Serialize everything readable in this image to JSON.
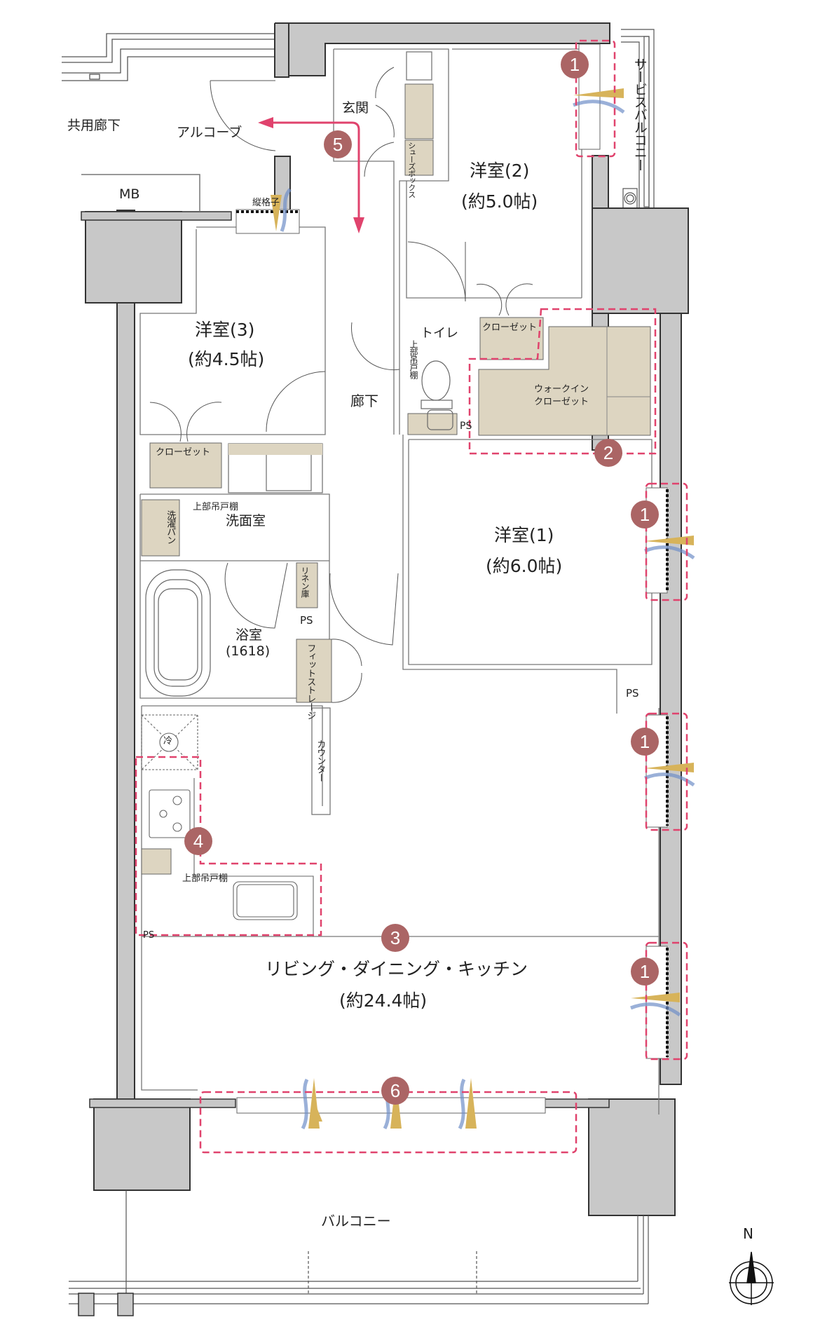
{
  "colors": {
    "wall": "#c8c8c8",
    "storage": "#ddd5c1",
    "badge": "#ab6565",
    "highlight": "#e0436d",
    "arrow": "#e0436d",
    "airflow_warm": "#d7b35a",
    "airflow_cool": "#6f8fc8"
  },
  "exterior": {
    "common_corridor": "共用廊下",
    "alcove": "アルコーブ",
    "mb": "MB",
    "vertical_lattice": "縦格子",
    "service_balcony": "サービスバルコニー",
    "balcony": "バルコニー"
  },
  "rooms": {
    "entrance": "玄関",
    "shoe_box": "シューズボックス",
    "western_room_2": {
      "name": "洋室(2)",
      "size": "(約5.0帖)"
    },
    "western_room_3": {
      "name": "洋室(3)",
      "size": "(約4.5帖)"
    },
    "western_room_1": {
      "name": "洋室(1)",
      "size": "(約6.0帖)"
    },
    "corridor": "廊下",
    "toilet": "トイレ",
    "toilet_upper_cabinet": "上部吊戸棚",
    "closet_upper": "クローゼット",
    "walk_in_closet_line1": "ウォークイン",
    "walk_in_closet_line2": "クローゼット",
    "ps_toilet": "PS",
    "closet_room3": "クローゼット",
    "washroom": "洗面室",
    "laundry_pan": "洗濯パン",
    "washroom_upper_cabinet": "上部吊戸棚",
    "linen_storage": "リネン庫",
    "ps_bath": "PS",
    "fit_storage": "フィットストレージ",
    "bathroom": {
      "name": "浴室",
      "size": "(1618)"
    },
    "ps_right": "PS",
    "fridge": "冷",
    "counter": "カウンター",
    "kitchen_upper_cabinet": "上部吊戸棚",
    "ps_kitchen": "PS",
    "ldk": {
      "name": "リビング・ダイニング・キッチン",
      "size": "(約24.4帖)"
    }
  },
  "badges": [
    {
      "id": "1",
      "label": "1"
    },
    {
      "id": "1b",
      "label": "1"
    },
    {
      "id": "1c",
      "label": "1"
    },
    {
      "id": "1d",
      "label": "1"
    },
    {
      "id": "2",
      "label": "2"
    },
    {
      "id": "3",
      "label": "3"
    },
    {
      "id": "4",
      "label": "4"
    },
    {
      "id": "5",
      "label": "5"
    },
    {
      "id": "6",
      "label": "6"
    }
  ],
  "compass": {
    "label": "N"
  }
}
